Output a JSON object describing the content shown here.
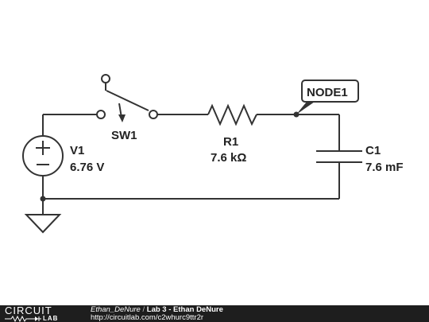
{
  "components": {
    "switch": {
      "label": "SW1"
    },
    "source": {
      "name": "V1",
      "value": "6.76 V"
    },
    "resistor": {
      "name": "R1",
      "value": "7.6 kΩ"
    },
    "capacitor": {
      "name": "C1",
      "value": "7.6 mF"
    },
    "node": {
      "label": "NODE1"
    }
  },
  "footer": {
    "logo_top": "CIRCUIT",
    "logo_bottom": "LAB",
    "author": "Ethan_DeNure",
    "separator": " / ",
    "title": "Lab 3 - Ethan DeNure",
    "url": "http://circuitlab.com/c2whurc9ttr2r"
  }
}
